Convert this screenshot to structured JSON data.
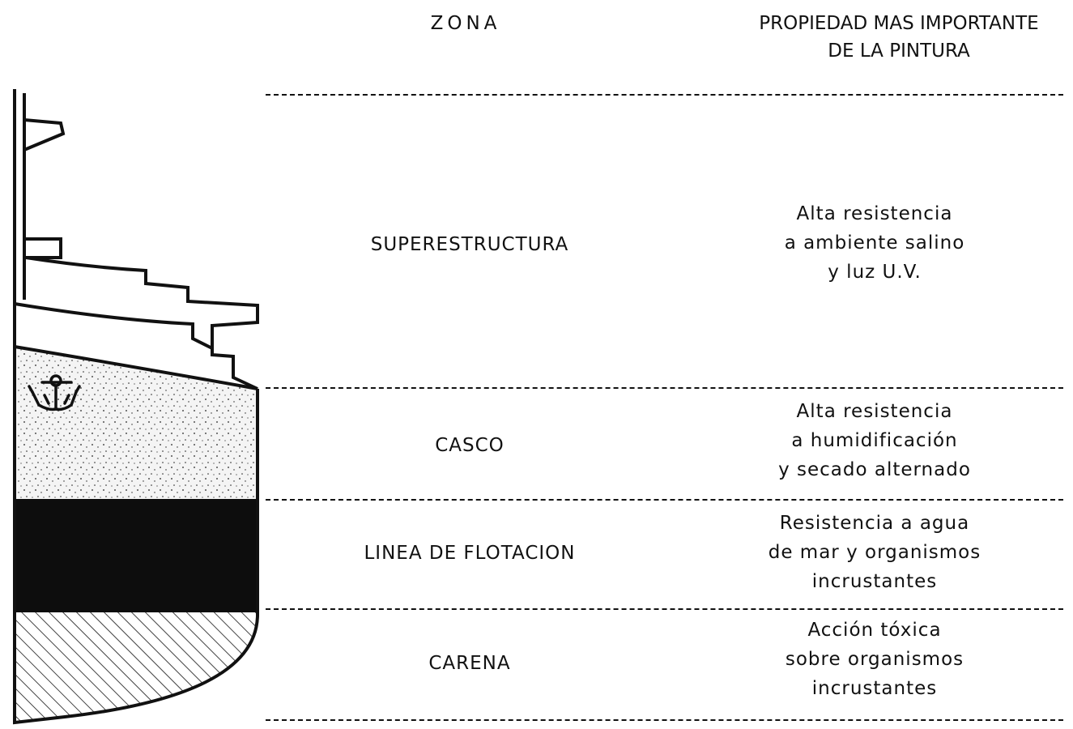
{
  "header": {
    "zona_label": "ZONA",
    "propiedad_label_line1": "PROPIEDAD MAS IMPORTANTE",
    "propiedad_label_line2": "DE LA PINTURA"
  },
  "zones": [
    {
      "name": "SUPERESTRUCTURA",
      "property_lines": [
        "Alta resistencia",
        "a ambiente salino",
        "y luz U.V."
      ]
    },
    {
      "name": "CASCO",
      "property_lines": [
        "Alta resistencia",
        "a humidificación",
        "y secado alternado"
      ]
    },
    {
      "name": "LINEA DE FLOTACION",
      "property_lines": [
        "Resistencia a agua",
        "de mar y organismos",
        "incrustantes"
      ]
    },
    {
      "name": "CARENA",
      "property_lines": [
        "Acción tóxica",
        "sobre organismos",
        "incrustantes"
      ]
    }
  ],
  "colors": {
    "ink": "#111111",
    "background": "#ffffff",
    "casco_fill": "#f2f2f2",
    "flotacion_fill": "#0d0d0d"
  },
  "icons": {
    "ship": "ship-bow-section",
    "anchor": "anchor-icon"
  }
}
